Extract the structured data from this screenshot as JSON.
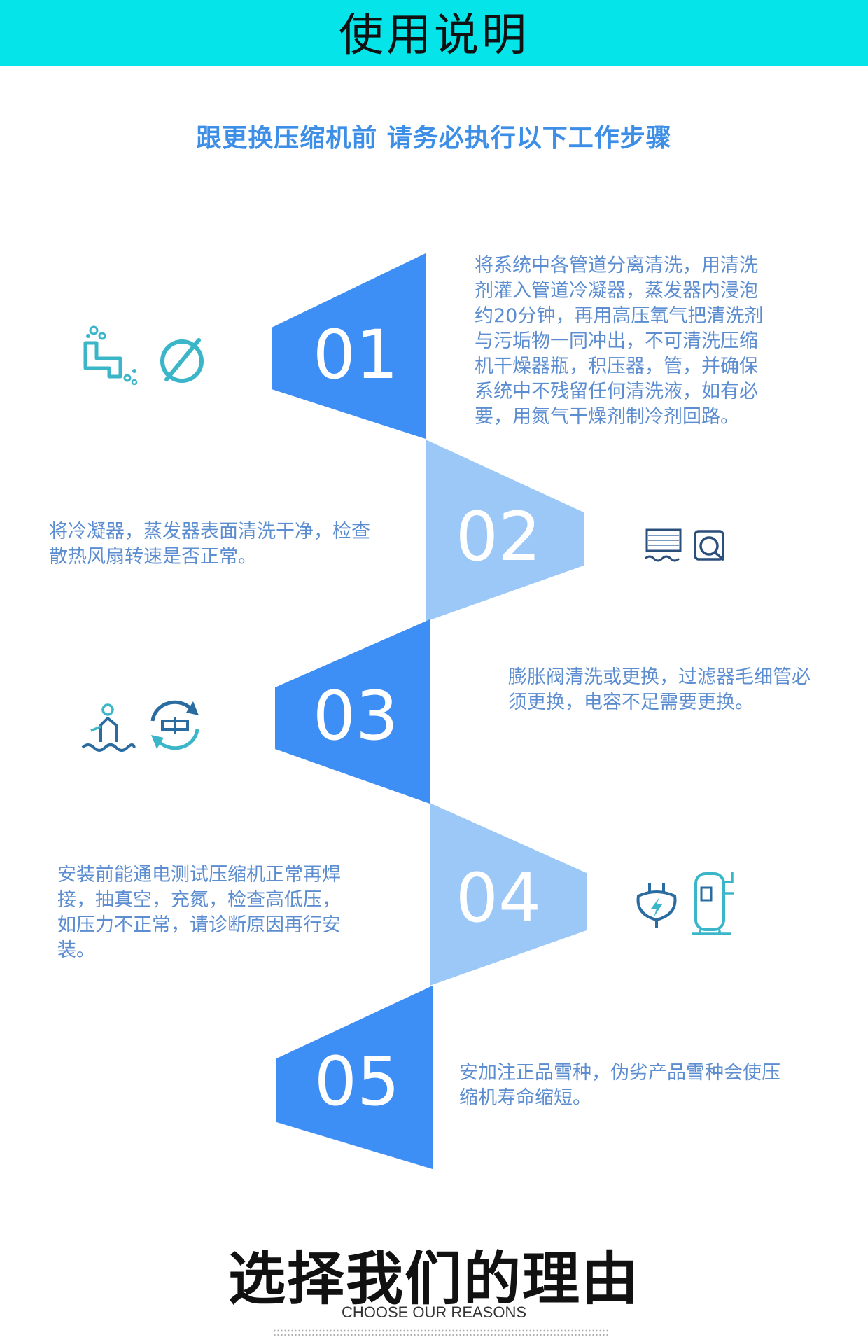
{
  "header": {
    "title": "使用说明"
  },
  "subtitle": "跟更换压缩机前 请务必执行以下工作步骤",
  "colors": {
    "header_bg": "#05e4e9",
    "dark_blue": "#3d8ef5",
    "light_blue": "#9cc8f8",
    "text_blue": "#5b8dd0"
  },
  "steps": [
    {
      "number": "01",
      "text": "将系统中各管道分离清洗，用清洗剂灌入管道冷凝器，蒸发器内浸泡约20分钟，再用高压氧气把清洗剂与污垢物一同冲出，不可清洗压缩机干燥器瓶，积压器，管，并确保系统中不残留任何清洗液，如有必要，用氮气干燥剂制冷剂回路。",
      "icons": [
        "faucet-cleaning-icon",
        "no-symbol-icon"
      ]
    },
    {
      "number": "02",
      "text": "将冷凝器，蒸发器表面清洗干净，检查散热风扇转速是否正常。",
      "icons": [
        "heat-exchanger-icon",
        "washing-machine-icon"
      ]
    },
    {
      "number": "03",
      "text": "膨胀阀清洗或更换，过滤器毛细管必须更换，电容不足需要更换。",
      "icons": [
        "cleaning-person-icon",
        "replace-cycle-icon"
      ]
    },
    {
      "number": "04",
      "text": "安装前能通电测试压缩机正常再焊接，抽真空，充氮，检查高低压，如压力不正常，请诊断原因再行安装。",
      "icons": [
        "power-plug-icon",
        "compressor-icon"
      ]
    },
    {
      "number": "05",
      "text": "安加注正品雪种，伪劣产品雪种会使压缩机寿命缩短。",
      "icons": []
    }
  ],
  "footer": {
    "title": "选择我们的理由",
    "subtitle": "CHOOSE OUR REASONS"
  }
}
